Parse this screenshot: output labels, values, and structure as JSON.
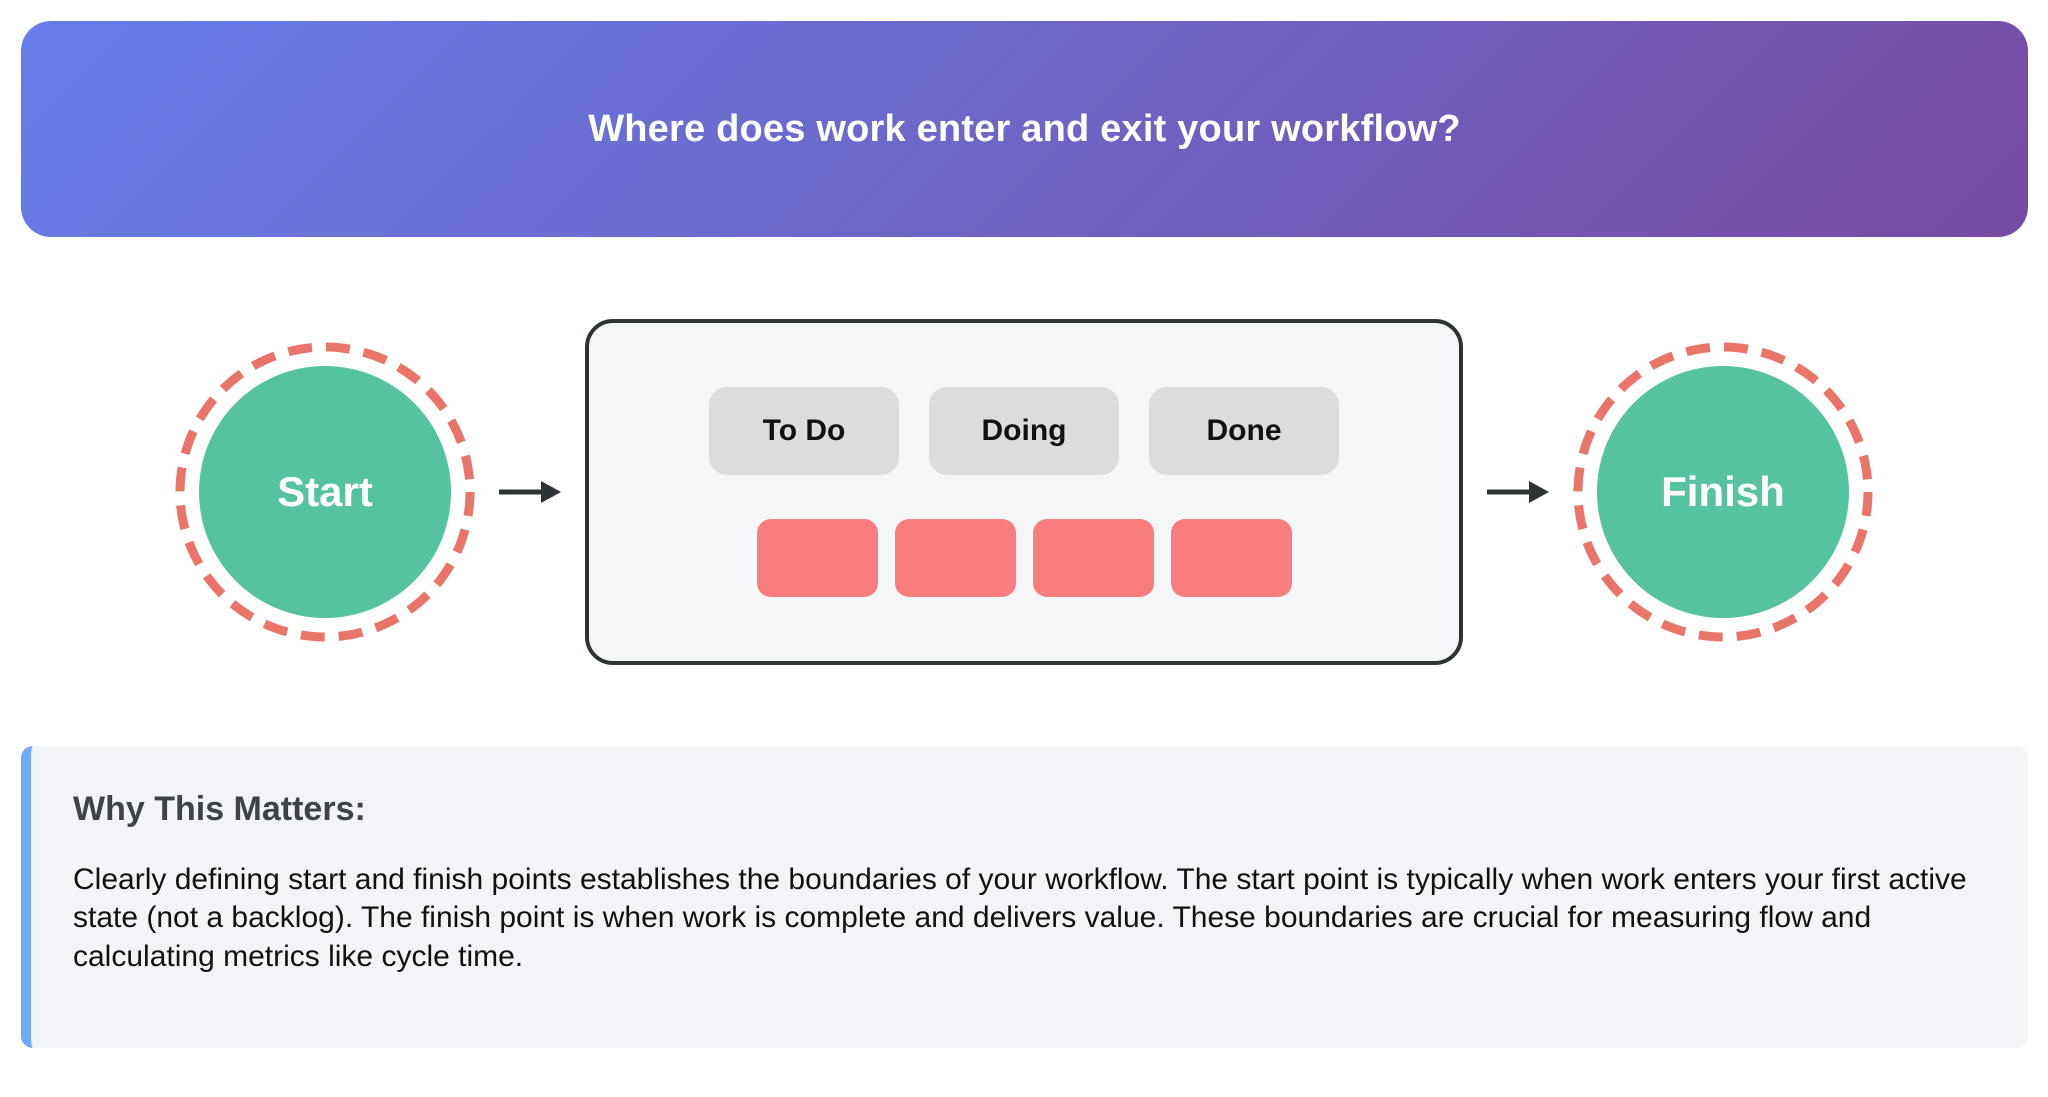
{
  "header": {
    "title": "Where does work enter and exit your workflow?"
  },
  "diagram": {
    "start_label": "Start",
    "finish_label": "Finish",
    "columns": [
      {
        "label": "To Do"
      },
      {
        "label": "Doing"
      },
      {
        "label": "Done"
      }
    ],
    "card_count": 4,
    "icons": {
      "flow_arrow": "right-arrow"
    }
  },
  "info_panel": {
    "heading": "Why This Matters:",
    "body": "Clearly defining start and finish points establishes the boundaries of your workflow. The start point is typically when work enters your first active state (not a backlog). The finish point is when work is complete and delivers value. These boundaries are crucial for measuring flow and calculating metrics like cycle time."
  },
  "colors": {
    "banner_gradient_start": "#667eea",
    "banner_gradient_end": "#764ba2",
    "node_fill": "#55c2a0",
    "node_ring": "#e97569",
    "card_fill": "#fa7d7d",
    "column_fill": "#dcdcdc",
    "board_border": "#2d3436",
    "panel_bg": "#f2f4f7",
    "panel_accent": "#6faaf8"
  }
}
